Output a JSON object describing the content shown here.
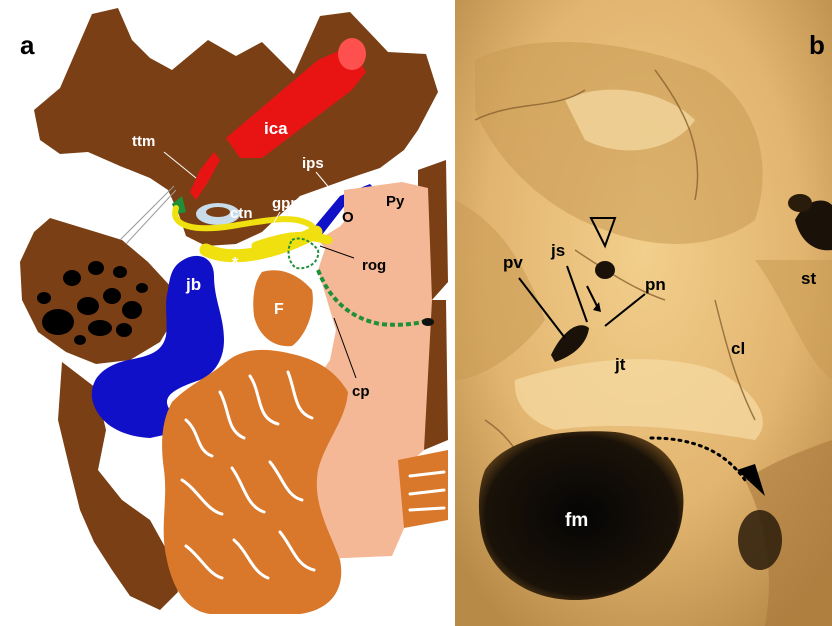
{
  "panels": {
    "a": {
      "letter": "a",
      "labels": {
        "ttm": "ttm",
        "ica": "ica",
        "ips": "ips",
        "gpn": "gpn",
        "ctn": "ctn",
        "py": "Py",
        "o": "O",
        "asterisk": "*",
        "rog": "rog",
        "jb": "jb",
        "f": "F",
        "cp": "cp"
      }
    },
    "b": {
      "letter": "b",
      "labels": {
        "pv": "pv",
        "js": "js",
        "pn": "pn",
        "jt": "jt",
        "cl": "cl",
        "st": "st",
        "fm": "fm"
      }
    }
  },
  "colors": {
    "bone": "#7a3f14",
    "artery": "#e81414",
    "vein": "#1010c8",
    "brainstem": "#f4b896",
    "cerebellum": "#d9772a",
    "nerve": "#f0e010",
    "plexus": "#1f8f3a",
    "skull_photo": "#e6bf7c"
  }
}
